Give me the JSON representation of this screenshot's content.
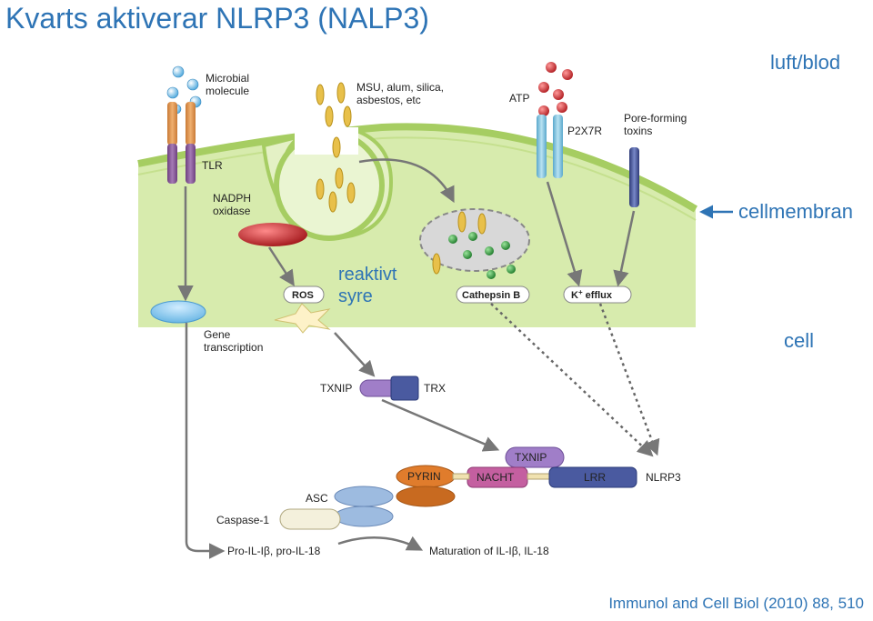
{
  "title": "Kvarts aktiverar NLRP3 (NALP3)",
  "labels": {
    "air_blood": "luft/blod",
    "cell_membrane": "cellmembran",
    "cell": "cell",
    "reactive_oxygen": [
      "reaktivt",
      "syre"
    ]
  },
  "citation": "Immunol and Cell Biol (2010) 88, 510",
  "diagram": {
    "microbial_molecule": [
      "Microbial",
      "molecule"
    ],
    "particles": [
      "MSU, alum, silica,",
      "asbestos, etc"
    ],
    "atp": "ATP",
    "p2x7r": "P2X7R",
    "pore_forming_toxins": [
      "Pore-forming",
      "toxins"
    ],
    "tlr": "TLR",
    "nadph_oxidase": [
      "NADPH",
      "oxidase"
    ],
    "ros": "ROS",
    "cathepsin_b": "Cathepsin B",
    "k_efflux": "K",
    "k_efflux_superscript": "+",
    "k_efflux_suffix": " efflux",
    "gene_transcription": [
      "Gene",
      "transcription"
    ],
    "txnip": "TXNIP",
    "trx": "TRX",
    "txnip_bound": "TXNIP",
    "pyrin": "PYRIN",
    "nacht": "NACHT",
    "lrr": "LRR",
    "nlrp3": "NLRP3",
    "asc": "ASC",
    "caspase1": "Caspase-1",
    "pro_il": "Pro-IL-Iβ, pro-IL-18",
    "maturation": "Maturation of IL-Iβ, IL-18"
  },
  "colors": {
    "accent_text": "#2e74b5",
    "membrane_fill": "#d7ebad",
    "membrane_edge": "#a6cd62",
    "nadph": "#c0282c",
    "receptor_orange": "#e09a52",
    "receptor_purple": "#8c5a9d",
    "p2x7r": "#8cc8e4",
    "toxin": "#4a5a9a",
    "asc": "#9dbbe0",
    "pyrin": "#e07c2c",
    "nacht": "#c45fa0",
    "lrr": "#4a5aa0",
    "txnip": "#a07ec8",
    "microbe": "#5fb8e8",
    "atp_ball": "#c0282c",
    "crystal": "#e8c04a",
    "cathepsin_dot": "#2e8e3a"
  }
}
